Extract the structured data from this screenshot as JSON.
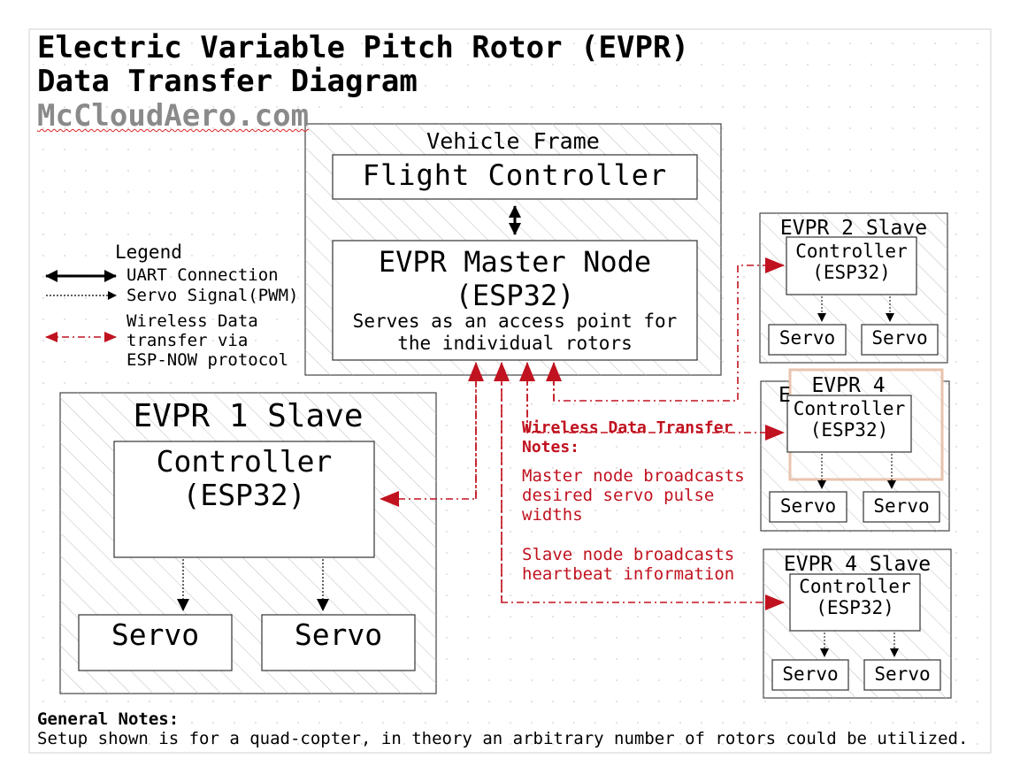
{
  "title": {
    "line1": "Electric Variable Pitch Rotor (EVPR)",
    "line2": "Data Transfer Diagram",
    "site": "McCloudAero.com"
  },
  "vehicle_frame": {
    "label": "Vehicle Frame",
    "flight_controller": "Flight Controller",
    "master_node": {
      "line1": "EVPR Master Node",
      "line2": "(ESP32)",
      "desc1": "Serves as an access point for",
      "desc2": "the individual rotors"
    }
  },
  "legend": {
    "title": "Legend",
    "uart": "UART Connection",
    "servo_signal": "Servo Signal(PWM)",
    "wireless1": "Wireless Data",
    "wireless2": "transfer via",
    "wireless3": "ESP-NOW protocol"
  },
  "slave1": {
    "title": "EVPR 1 Slave",
    "controller1": "Controller",
    "controller2": "(ESP32)",
    "servo_a": "Servo",
    "servo_b": "Servo"
  },
  "slave2": {
    "title": "EVPR 2 Slave",
    "controller1": "Controller",
    "controller2": "(ESP32)",
    "servo_a": "Servo",
    "servo_b": "Servo"
  },
  "slave3": {
    "title_partial": "E",
    "overlay_title": "EVPR 4",
    "controller1": "Controller",
    "controller2": "(ESP32)",
    "servo_a": "Servo",
    "servo_b": "Servo"
  },
  "slave4": {
    "title": "EVPR 4 Slave",
    "controller1": "Controller",
    "controller2": "(ESP32)",
    "servo_a": "Servo",
    "servo_b": "Servo"
  },
  "wireless_notes": {
    "heading1": "Wireless Data Transfer",
    "heading2": "Notes:",
    "p1_l1": "Master node broadcasts",
    "p1_l2": "desired servo pulse",
    "p1_l3": "widths",
    "p2_l1": "Slave node broadcasts",
    "p2_l2": "heartbeat information"
  },
  "general_notes": {
    "heading": "General Notes:",
    "text": "Setup shown is for a quad-copter, in theory an arbitrary number of rotors could be utilized."
  },
  "colors": {
    "wireless": "#c1121f",
    "hatch": "#c8c8c8",
    "grid": "#cfcfcf"
  }
}
